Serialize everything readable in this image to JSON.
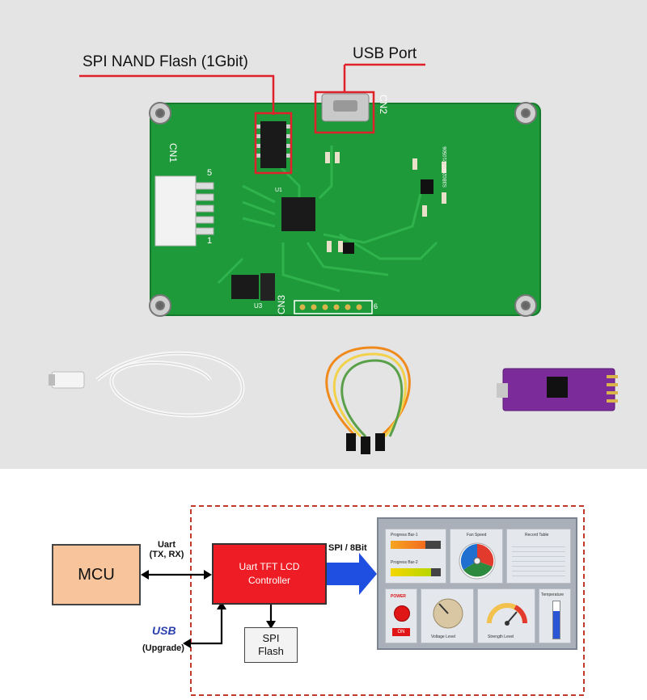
{
  "photo": {
    "callouts": {
      "nand_flash": "SPI NAND Flash (1Gbit)",
      "usb_port": "USB Port"
    },
    "board_labels": {
      "cn1": "CN1",
      "cn2": "CN2",
      "cn3": "CN3",
      "u1": "U1",
      "u3": "U3",
      "pin1": "1",
      "pin5": "5",
      "pin6": "6",
      "serial": "S3B028P7-210506"
    }
  },
  "diagram": {
    "mcu": "MCU",
    "uart_line1": "Uart",
    "uart_line2": "(TX, RX)",
    "controller_line1": "Uart TFT LCD",
    "controller_line2": "Controller",
    "spi_bus": "SPI / 8Bit",
    "flash_line1": "SPI",
    "flash_line2": "Flash",
    "usb_logo": "USB",
    "upgrade": "(Upgrade)",
    "screen": {
      "progress_bar_1": "Progress Bar-1",
      "progress_bar_2": "Progress Bar-2",
      "fan_speed": "Fan Speed",
      "record_table": "Record Table",
      "power": "POWER",
      "on": "ON",
      "voltage_level": "Voltage Level",
      "strength_level": "Strength Level",
      "temperature": "Temperature"
    }
  },
  "colors": {
    "pcb_green": "#1f9a3a",
    "callout_red": "#e0202a",
    "mcu_fill": "#f7c49b",
    "controller_red": "#ee1c24",
    "arrow_blue": "#1f4fe0",
    "dashed_border": "#c0392b"
  }
}
